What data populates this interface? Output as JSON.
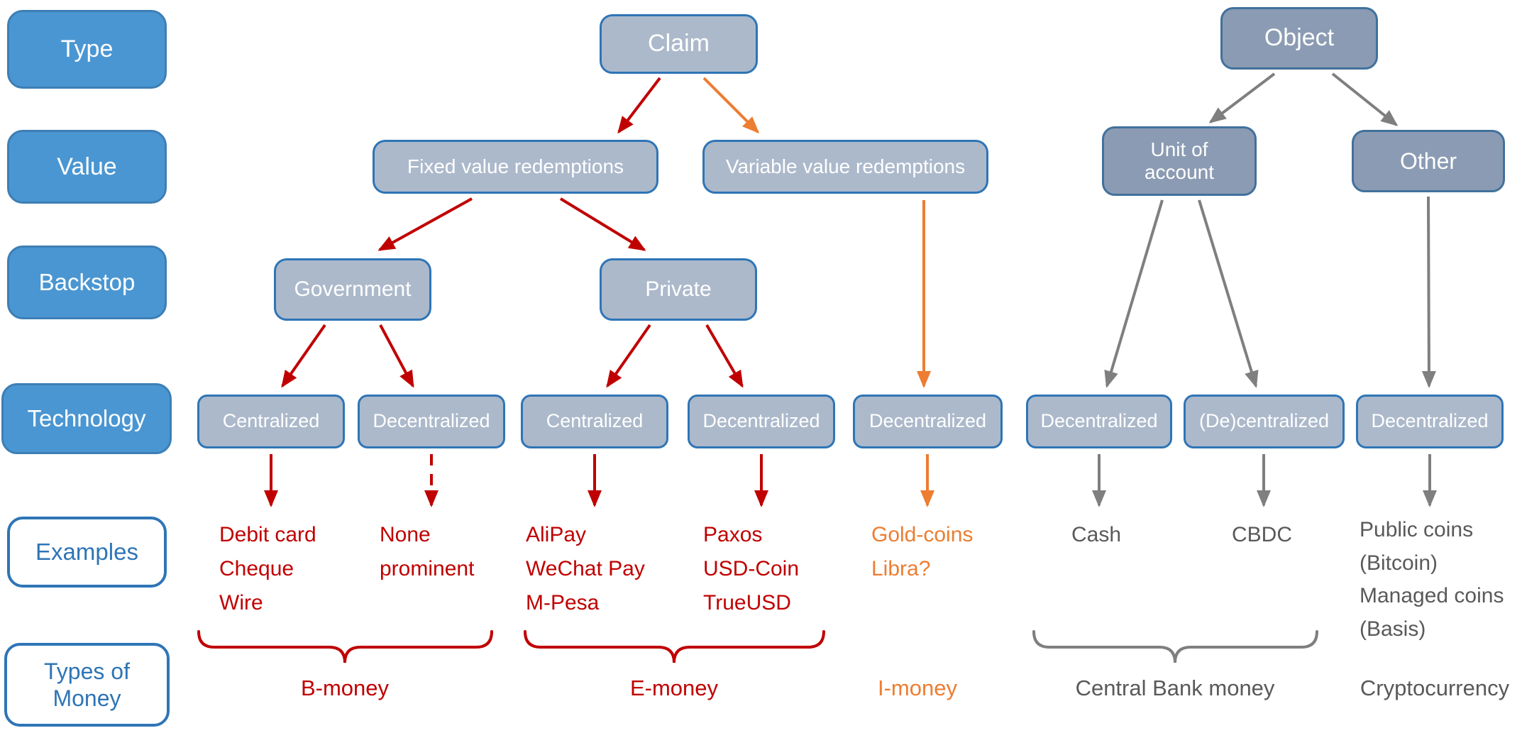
{
  "row_labels": [
    "Type",
    "Value",
    "Backstop",
    "Technology",
    "Examples",
    "Types of\nMoney"
  ],
  "nodes": {
    "claim": "Claim",
    "object": "Object",
    "fixed_value": "Fixed value redemptions",
    "variable_value": "Variable value redemptions",
    "unit_of_account": "Unit of\naccount",
    "other": "Other",
    "government": "Government",
    "private": "Private",
    "tech": [
      "Centralized",
      "Decentralized",
      "Centralized",
      "Decentralized",
      "Decentralized",
      "Decentralized",
      "(De)centralized",
      "Decentralized"
    ]
  },
  "examples": {
    "b_money_centralized": "Debit card\nCheque\nWire",
    "b_money_decentralized": "None\nprominent",
    "e_money_centralized": "AliPay\nWeChat Pay\nM-Pesa",
    "e_money_decentralized": "Paxos\nUSD-Coin\nTrueUSD",
    "i_money": "Gold-coins\nLibra?",
    "central_bank_cash": "Cash",
    "central_bank_cbdc": "CBDC",
    "cryptocurrency": "Public coins\n(Bitcoin)\nManaged coins\n(Basis)"
  },
  "money_types": {
    "b_money": "B-money",
    "e_money": "E-money",
    "i_money": "I-money",
    "central_bank": "Central Bank money",
    "cryptocurrency": "Cryptocurrency"
  },
  "colors": {
    "red": "#C00000",
    "orange": "#ED7D31",
    "gray": "#7F7F7F",
    "blue": "#2E75B6",
    "label_blue": "#4A96D2",
    "node_light": "#ACB9CB",
    "node_dark": "#8B9BB3"
  }
}
